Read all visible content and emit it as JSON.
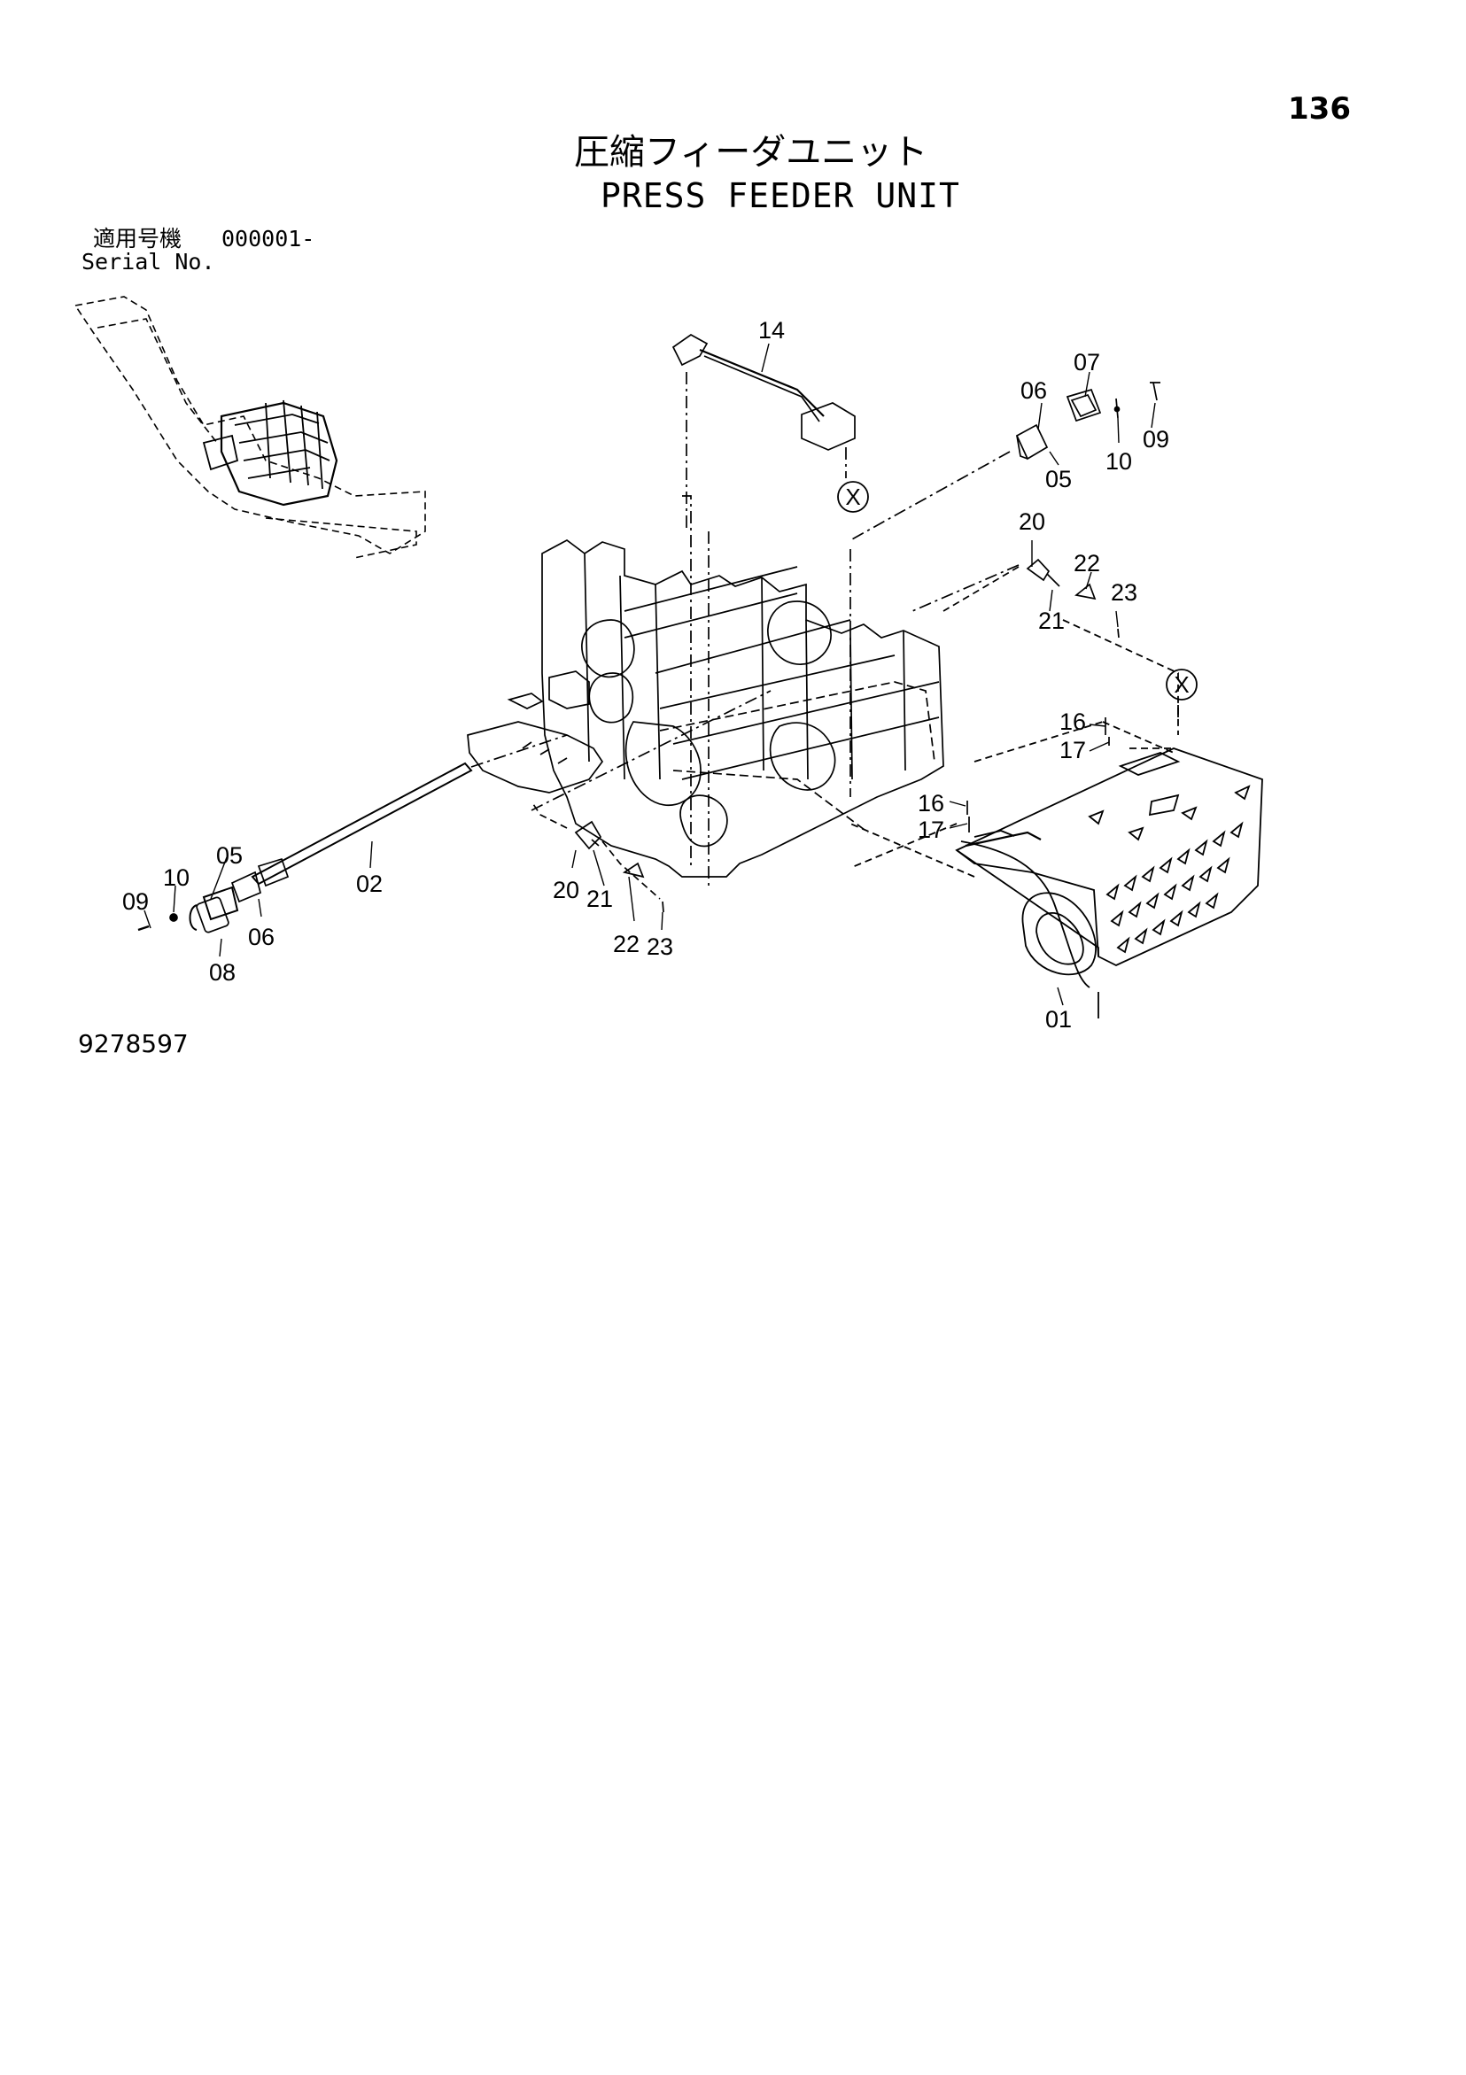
{
  "page_number": "136",
  "title_jp": "圧縮フィーダユニット",
  "title_en": "PRESS FEEDER UNIT",
  "serial": {
    "label_jp": "適用号機",
    "value": "000001-",
    "label_en": "Serial No."
  },
  "drawing_number": "9278597",
  "part_labels": {
    "p14": "14",
    "p07": "07",
    "p06a": "06",
    "p05a": "05",
    "p10a": "10",
    "p09a": "09",
    "p20a": "20",
    "p22a": "22",
    "p23a": "23",
    "p21a": "21",
    "p16a": "16",
    "p17a": "17",
    "p16b": "16",
    "p17b": "17",
    "p05b": "05",
    "p10b": "10",
    "p09b": "09",
    "p02": "02",
    "p06b": "06",
    "p08": "08",
    "p20b": "20",
    "p21b": "21",
    "p22b": "22",
    "p23b": "23",
    "p01": "01"
  },
  "markers": {
    "x1": "X",
    "x2": "X"
  }
}
